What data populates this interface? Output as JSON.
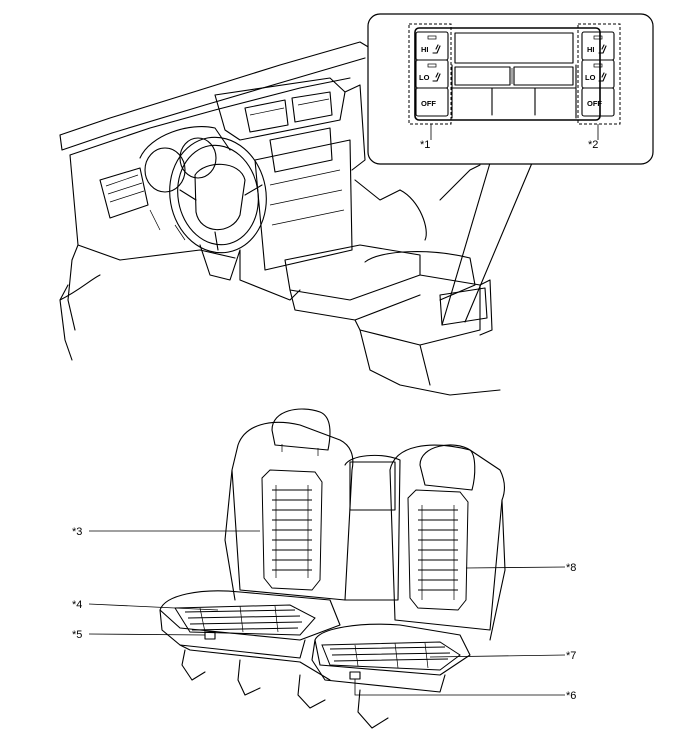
{
  "switch_panel": {
    "left_buttons": {
      "hi": "HI",
      "lo": "LO",
      "off": "OFF"
    },
    "right_buttons": {
      "hi": "HI",
      "lo": "LO",
      "off": "OFF"
    }
  },
  "callouts": {
    "c1": "*1",
    "c2": "*2",
    "c3": "*3",
    "c4": "*4",
    "c5": "*5",
    "c6": "*6",
    "c7": "*7",
    "c8": "*8"
  }
}
